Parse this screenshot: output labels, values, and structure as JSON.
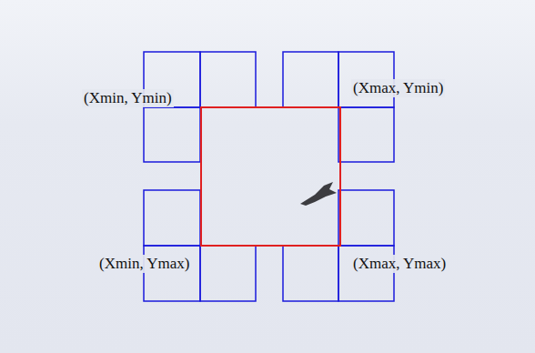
{
  "diagram": {
    "labels": [
      "(Xmin, Ymin)",
      "(Xmax, Ymin)",
      "(Xmin, Ymax)",
      "(Xmax, Ymax)"
    ]
  }
}
